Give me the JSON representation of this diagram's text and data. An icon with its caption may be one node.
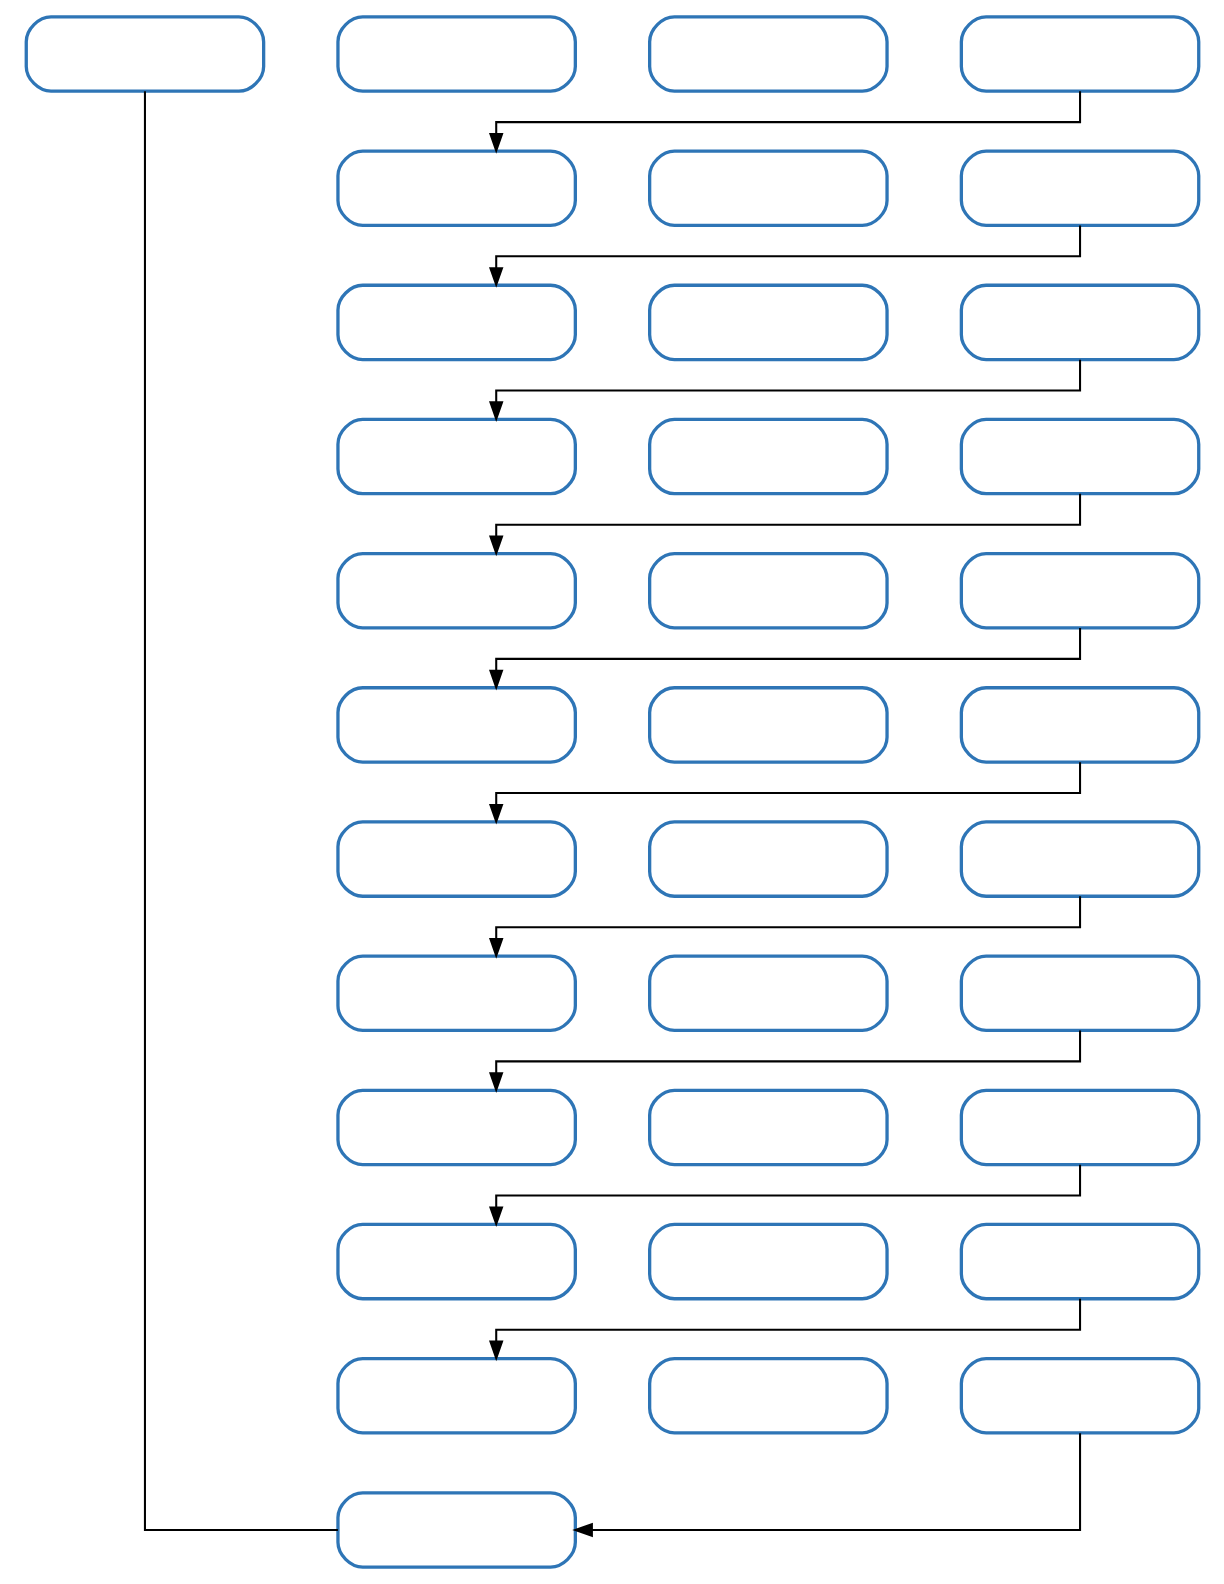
{
  "diagram": {
    "nodes": [
      {
        "text": [],
        "shape": "box"
      },
      {
        "text": [],
        "shape": "box"
      },
      {
        "text": [],
        "shape": "box"
      },
      {
        "text": [],
        "shape": "box"
      },
      {
        "text": [],
        "shape": "box"
      },
      {
        "text": [],
        "shape": "box"
      },
      {
        "text": [],
        "shape": "box"
      },
      {
        "text": [],
        "shape": "box"
      },
      {
        "text": [],
        "shape": "box"
      },
      {
        "text": [],
        "shape": "box"
      },
      {
        "text": [],
        "shape": "box"
      },
      {
        "text": [],
        "shape": "box"
      },
      {
        "text": [],
        "shape": "box"
      },
      {
        "text": [],
        "shape": "box"
      },
      {
        "text": [],
        "shape": "box"
      },
      {
        "text": [],
        "shape": "box"
      },
      {
        "text": [],
        "shape": "box"
      },
      {
        "text": [],
        "shape": "box"
      },
      {
        "text": [],
        "shape": "box"
      },
      {
        "text": [],
        "shape": "box"
      },
      {
        "text": [],
        "shape": "box"
      },
      {
        "text": [],
        "shape": "box"
      },
      {
        "text": [],
        "shape": "box"
      },
      {
        "text": [],
        "shape": "box"
      },
      {
        "text": [],
        "shape": "box"
      },
      {
        "text": [],
        "shape": "box"
      },
      {
        "text": [],
        "shape": "box"
      },
      {
        "text": [],
        "shape": "box"
      },
      {
        "text": [],
        "shape": "box"
      },
      {
        "text": [],
        "shape": "box"
      },
      {
        "text": [],
        "shape": "box"
      },
      {
        "text": [],
        "shape": "box"
      },
      {
        "text": [],
        "shape": "box"
      },
      {
        "text": [],
        "shape": "box"
      },
      {
        "text": [],
        "shape": "box"
      }
    ],
    "edges": [
      {
        "from": 3,
        "to": 4,
        "arrow": "to"
      },
      {
        "from": 6,
        "to": 7,
        "arrow": "to"
      },
      {
        "from": 9,
        "to": 10,
        "arrow": "to"
      },
      {
        "from": 12,
        "to": 13,
        "arrow": "to"
      },
      {
        "from": 15,
        "to": 16,
        "arrow": "to"
      },
      {
        "from": 18,
        "to": 19,
        "arrow": "to"
      },
      {
        "from": 21,
        "to": 22,
        "arrow": "to"
      },
      {
        "from": 24,
        "to": 25,
        "arrow": "to"
      },
      {
        "from": 27,
        "to": 28,
        "arrow": "to"
      },
      {
        "from": 30,
        "to": 31,
        "arrow": "to"
      },
      {
        "from": 33,
        "to": 34,
        "arrow": "to"
      },
      {
        "from": 34,
        "to": 0,
        "arrow": "none"
      }
    ]
  }
}
